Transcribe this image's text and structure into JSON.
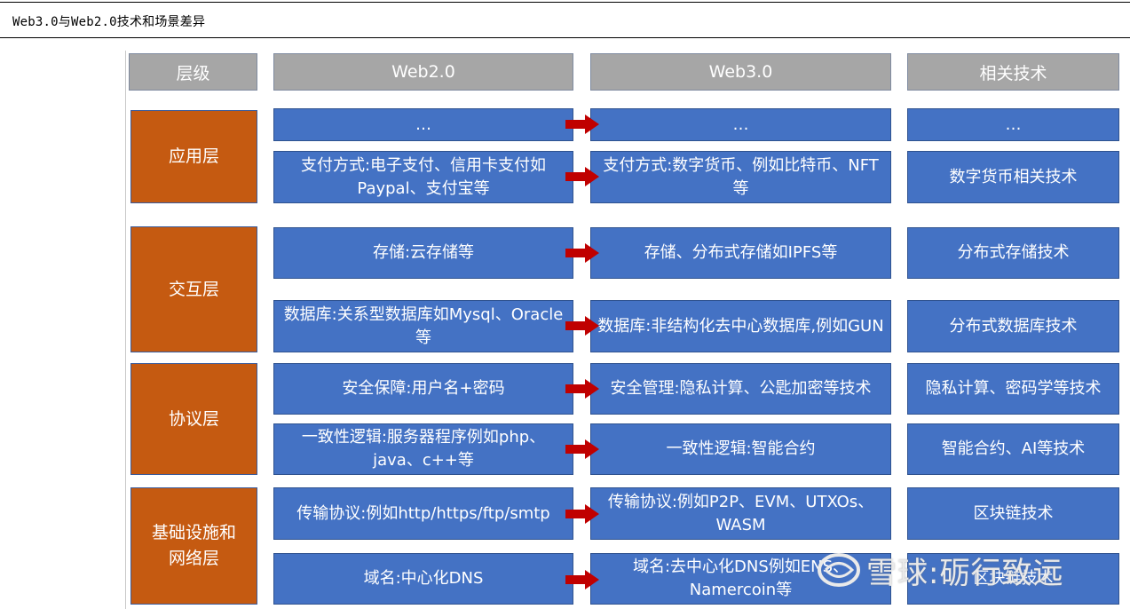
{
  "title": "Web3.0与Web2.0技术和场景差异",
  "headers": [
    "层级",
    "Web2.0",
    "Web3.0",
    "相关技术"
  ],
  "layers": {
    "application": "应用层",
    "interaction": "交互层",
    "protocol": "协议层",
    "infrastructure": "基础设施和\n网络层"
  },
  "rows": [
    {
      "web2": "…",
      "web3": "…",
      "tech": "…"
    },
    {
      "web2": "支付方式:电子支付、信用卡支付如Paypal、支付宝等",
      "web3": "支付方式:数字货币、例如比特币、NFT等",
      "tech": "数字货币相关技术"
    },
    {
      "web2": "存储:云存储等",
      "web3": "存储、分布式存储如IPFS等",
      "tech": "分布式存储技术"
    },
    {
      "web2": "数据库:关系型数据库如Mysql、Oracle等",
      "web3": "数据库:非结构化去中心数据库,例如GUN",
      "tech": "分布式数据库技术"
    },
    {
      "web2": "安全保障:用户名+密码",
      "web3": "安全管理:隐私计算、公匙加密等技术",
      "tech": "隐私计算、密码学等技术"
    },
    {
      "web2": "一致性逻辑:服务器程序例如php、java、c++等",
      "web3": "一致性逻辑:智能合约",
      "tech": "智能合约、AI等技术"
    },
    {
      "web2": "传输协议:例如http/https/ftp/smtp",
      "web3": "传输协议:例如P2P、EVM、UTXOs、WASM",
      "tech": "区块链技术"
    },
    {
      "web2": "域名:中心化DNS",
      "web3": "域名:去中心化DNS例如ENS、Namercoin等",
      "tech": "区块链技术"
    }
  ],
  "watermark": "雪球:砺行致远",
  "colors": {
    "header_bg": "#a6a6a6",
    "layer_bg": "#c55a11",
    "cell_bg": "#4472c4",
    "arrow": "#c00000"
  }
}
